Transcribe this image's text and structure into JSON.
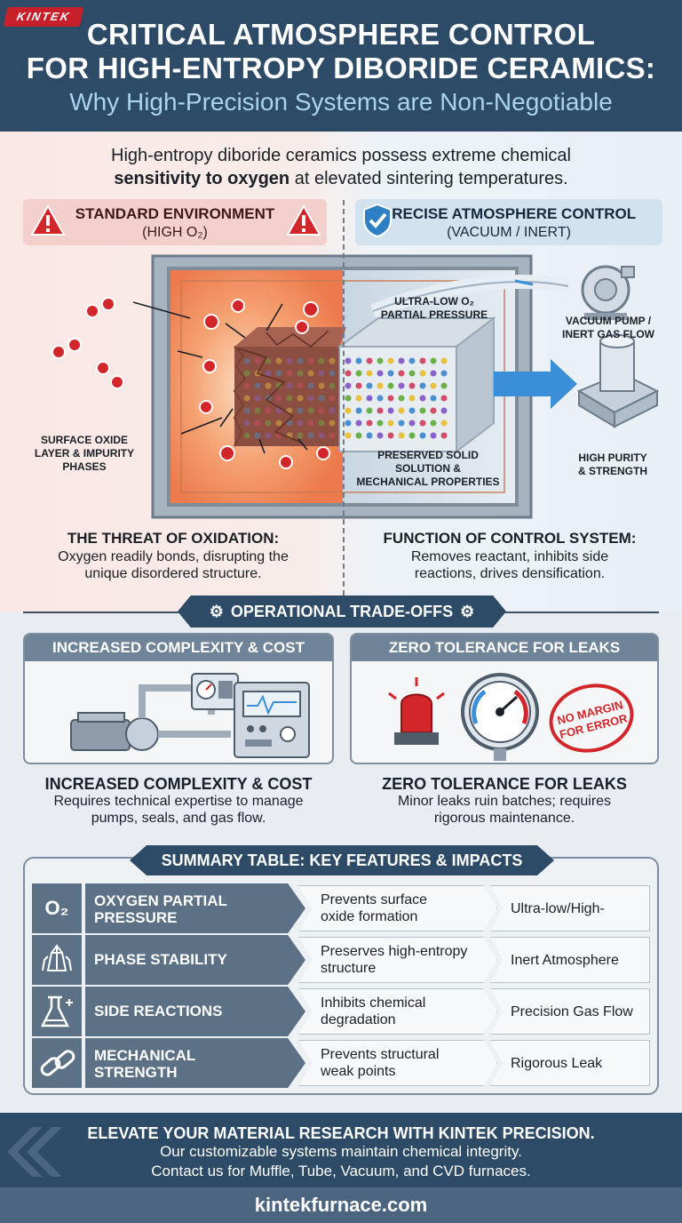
{
  "header": {
    "logo": "KINTEK",
    "title_line1": "CRITICAL ATMOSPHERE CONTROL",
    "title_line2": "FOR HIGH-ENTROPY DIBORIDE CERAMICS:",
    "subtitle": "Why High-Precision Systems are Non-Negotiable"
  },
  "intro": {
    "line1": "High-entropy diboride ceramics possess extreme chemical",
    "bold": "sensitivity to oxygen",
    "line2_rest": " at elevated sintering temperatures."
  },
  "left": {
    "badge_title": "STANDARD ENVIRONMENT",
    "badge_sub": "(HIGH O₂)",
    "label_oxide": "SURFACE OXIDE\nLAYER & IMPURITY\nPHASES",
    "heading": "THE THREAT OF OXIDATION:",
    "text_line1": "Oxygen readily bonds, disrupting the",
    "text_line2": "unique disordered structure."
  },
  "right": {
    "badge_title": "PRECISE ATMOSPHERE CONTROL",
    "badge_sub": "(VACUUM / INERT)",
    "label_pressure_1": "ULTRA-LOW O₂",
    "label_pressure_2": "PARTIAL PRESSURE",
    "label_pump_1": "VACUUM PUMP /",
    "label_pump_2": "INERT GAS FLOW",
    "label_purity_1": "HIGH PURITY",
    "label_purity_2": "& STRENGTH",
    "label_preserved_1": "PRESERVED SOLID",
    "label_preserved_2": "SOLUTION &",
    "label_preserved_3": "MECHANICAL PROPERTIES",
    "heading": "FUNCTION OF CONTROL SYSTEM:",
    "text_line1": "Removes reactant, inhibits side",
    "text_line2": "reactions, drives densification."
  },
  "ops": {
    "banner": "OPERATIONAL TRADE-OFFS",
    "card1_title": "INCREASED COMPLEXITY & COST",
    "card2_title": "ZERO TOLERANCE FOR LEAKS",
    "stamp_1": "NO MARGIN",
    "stamp_2": "FOR ERROR",
    "cap1_h": "INCREASED COMPLEXITY & COST",
    "cap1_l1": "Requires technical expertise to manage",
    "cap1_l2": "pumps, seals, and gas flow.",
    "cap2_h": "ZERO TOLERANCE FOR LEAKS",
    "cap2_l1": "Minor leaks ruin batches; requires",
    "cap2_l2": "rigorous maintenance."
  },
  "summary": {
    "banner": "SUMMARY TABLE: KEY FEATURES & IMPACTS",
    "o2_icon_text": "O₂",
    "rows": [
      {
        "label_1": "OXYGEN PARTIAL",
        "label_2": "PRESSURE",
        "mid_1": "Prevents surface",
        "mid_2": "oxide formation",
        "right": "Ultra-low/High-vacuum"
      },
      {
        "label_1": "PHASE STABILITY",
        "label_2": "",
        "mid_1": "Preserves high-entropy",
        "mid_2": "structure",
        "right": "Inert Atmosphere"
      },
      {
        "label_1": "SIDE REACTIONS",
        "label_2": "",
        "mid_1": "Inhibits chemical",
        "mid_2": "degradation",
        "right": "Precision Gas Flow"
      },
      {
        "label_1": "MECHANICAL",
        "label_2": "STRENGTH",
        "mid_1": "Prevents structural",
        "mid_2": "weak points",
        "right": "Rigorous Leak Control"
      }
    ]
  },
  "footer": {
    "title": "ELEVATE YOUR MATERIAL RESEARCH WITH KINTEK PRECISION.",
    "line1": "Our customizable systems maintain chemical integrity.",
    "line2": "Contact us for Muffle, Tube, Vacuum, and CVD furnaces.",
    "url": "kintekfurnace.com"
  },
  "colors": {
    "navy": "#2d4a66",
    "hot": "#f08a5a",
    "alert_red": "#d3262b",
    "shield_blue": "#2f7fc4",
    "arrow_blue": "#3b8fd9"
  }
}
